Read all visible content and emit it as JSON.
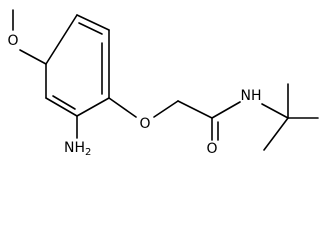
{
  "molecule": {
    "atoms": {
      "methoxy_o": "O",
      "ether_o": "O",
      "carbonyl_o": "O",
      "amide_nh": "NH",
      "amine_n": "NH",
      "amine_sub": "2"
    }
  }
}
